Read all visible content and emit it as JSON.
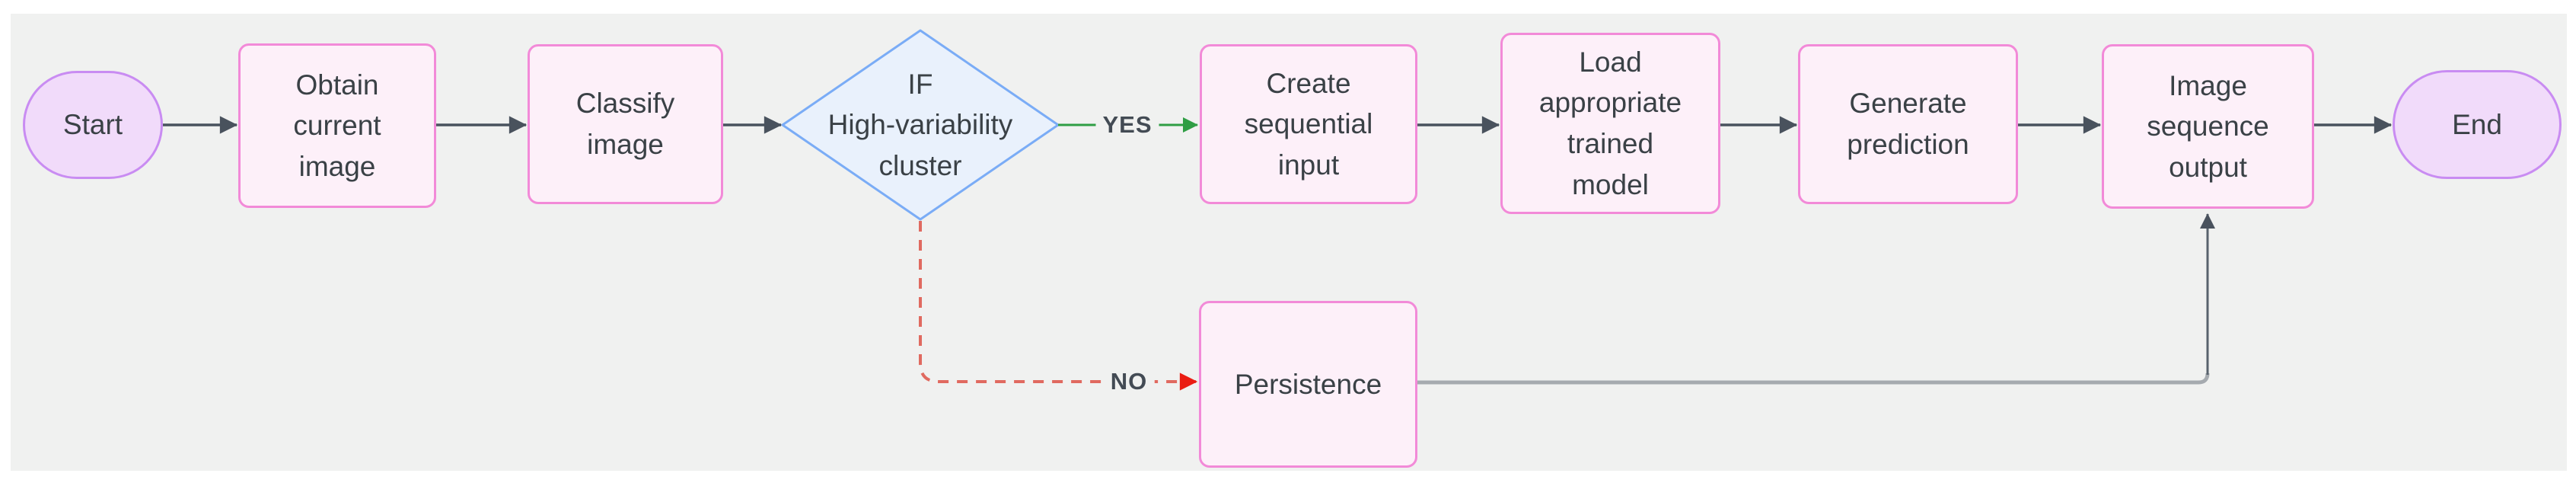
{
  "diagram": {
    "nodes": [
      {
        "id": "start",
        "type": "terminator",
        "label": "Start"
      },
      {
        "id": "obtain-current-image",
        "type": "process",
        "label": "Obtain\ncurrent\nimage"
      },
      {
        "id": "classify-image",
        "type": "process",
        "label": "Classify\nimage"
      },
      {
        "id": "if-high-variability-cluster",
        "type": "decision",
        "label": "IF\nHigh-variability\ncluster"
      },
      {
        "id": "create-sequential-input",
        "type": "process",
        "label": "Create\nsequential\ninput"
      },
      {
        "id": "load-appropriate-trained-model",
        "type": "process",
        "label": "Load\nappropriate\ntrained\nmodel"
      },
      {
        "id": "generate-prediction",
        "type": "process",
        "label": "Generate\nprediction"
      },
      {
        "id": "image-sequence-output",
        "type": "process",
        "label": "Image\nsequence\noutput"
      },
      {
        "id": "end",
        "type": "terminator",
        "label": "End"
      },
      {
        "id": "persistence",
        "type": "process",
        "label": "Persistence"
      }
    ],
    "edge_labels": {
      "yes": "YES",
      "no": "NO"
    },
    "colors": {
      "canvas": "#f0f1f0",
      "process_fill": "#fdf0f9",
      "process_border": "#f28ad8",
      "terminator_fill": "#f1dbfa",
      "terminator_border": "#c98cf2",
      "decision_fill": "#e9f1fc",
      "decision_border": "#7aacf6",
      "arrow": "#49525d",
      "yes_green": "#2f9e44",
      "no_red": "#e06a60",
      "no_arrowhead": "#ea1d12",
      "return_connector": "#a5aaaf",
      "return_connector_dark": "#58626d",
      "text": "#3a4146"
    }
  }
}
